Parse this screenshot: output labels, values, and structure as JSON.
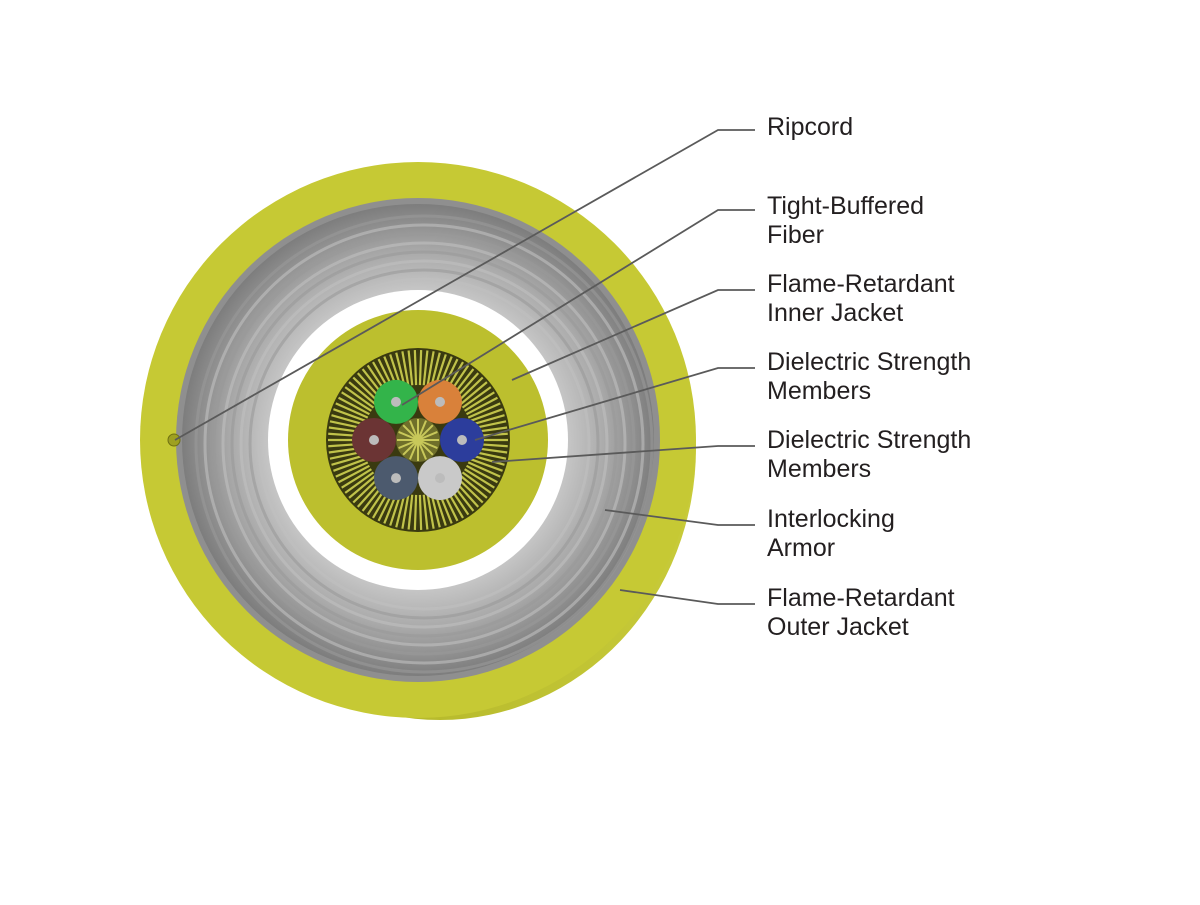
{
  "colors": {
    "jacket_yellow": "#bcbf2e",
    "jacket_yellow_light": "#c6c934",
    "armor_gray": "#8f8f8f",
    "leader_line": "#5a5a5a",
    "fiber_green": "#33b44a",
    "fiber_orange": "#d9813a",
    "fiber_blue": "#2c3d9c",
    "fiber_brown": "#6b3434",
    "fiber_slate": "#4c5a6e",
    "fiber_white": "#c9c9c9"
  },
  "labels": [
    {
      "key": "ripcord",
      "lines": [
        "Ripcord"
      ]
    },
    {
      "key": "tight-buffered-fiber",
      "lines": [
        "Tight-Buffered",
        "Fiber"
      ]
    },
    {
      "key": "inner-jacket",
      "lines": [
        "Flame-Retardant",
        "Inner Jacket"
      ]
    },
    {
      "key": "strength-members-1",
      "lines": [
        "Dielectric Strength",
        "Members"
      ]
    },
    {
      "key": "strength-members-2",
      "lines": [
        "Dielectric Strength",
        "Members"
      ]
    },
    {
      "key": "interlocking-armor",
      "lines": [
        "Interlocking",
        "Armor"
      ]
    },
    {
      "key": "outer-jacket",
      "lines": [
        "Flame-Retardant",
        "Outer Jacket"
      ]
    }
  ],
  "fibers": [
    {
      "color_key": "fiber_green"
    },
    {
      "color_key": "fiber_orange"
    },
    {
      "color_key": "fiber_blue"
    },
    {
      "color_key": "fiber_white"
    },
    {
      "color_key": "fiber_slate"
    },
    {
      "color_key": "fiber_brown"
    }
  ]
}
